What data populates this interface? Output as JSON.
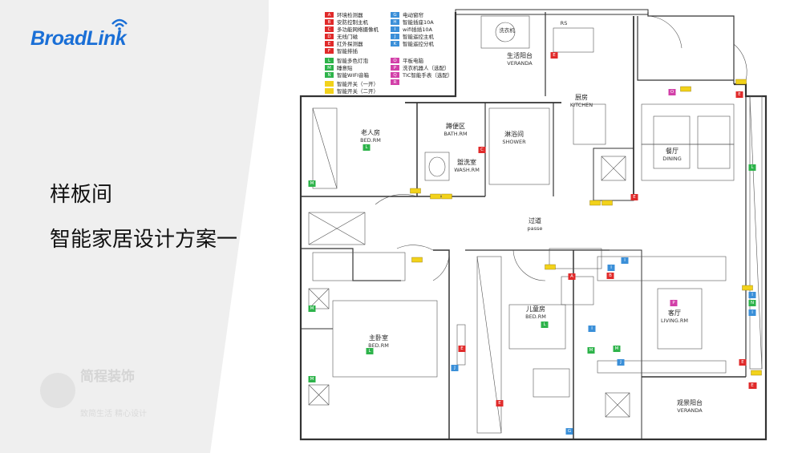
{
  "brand": {
    "name": "BroadLink",
    "color": "#1a6fd6"
  },
  "slide": {
    "title": "样板间",
    "subtitle": "智能家居设计方案一"
  },
  "watermark": {
    "text": "简程装饰",
    "subtext": "致简生活 精心设计"
  },
  "legend": [
    {
      "code": "A",
      "label": "环境检测器",
      "color": "#e02a2a"
    },
    {
      "code": "B",
      "label": "安防控制主机",
      "color": "#e02a2a"
    },
    {
      "code": "C",
      "label": "多功能网络摄像机",
      "color": "#e02a2a"
    },
    {
      "code": "D",
      "label": "无线门磁",
      "color": "#e02a2a"
    },
    {
      "code": "E",
      "label": "红外探测器",
      "color": "#e02a2a"
    },
    {
      "code": "F",
      "label": "智能排插",
      "color": "#e02a2a"
    },
    {
      "code": "G",
      "label": "电动窗帘",
      "color": "#3a8fd8"
    },
    {
      "code": "H",
      "label": "智能插座10A",
      "color": "#3a8fd8"
    },
    {
      "code": "I",
      "label": "wifi插插10A",
      "color": "#3a8fd8"
    },
    {
      "code": "J",
      "label": "智能遥控主机",
      "color": "#3a8fd8"
    },
    {
      "code": "K",
      "label": "智能遥控分机",
      "color": "#3a8fd8"
    },
    {
      "code": "L",
      "label": "智能多色灯泡",
      "color": "#2db34a"
    },
    {
      "code": "M",
      "label": "睡意贴",
      "color": "#2db34a"
    },
    {
      "code": "N",
      "label": "智能WIFI音箱",
      "color": "#2db34a"
    },
    {
      "code": "O",
      "label": "平板电脑",
      "color": "#d23fa8"
    },
    {
      "code": "P",
      "label": "洗衣机器人（选配）",
      "color": "#d23fa8"
    },
    {
      "code": "Q",
      "label": "TIC智能手表（选配）",
      "color": "#d23fa8"
    },
    {
      "code": "R",
      "label": "",
      "color": "#d23fa8"
    },
    {
      "code": "",
      "label": "智能开关（一开）",
      "color": "#f2d21b"
    },
    {
      "code": "",
      "label": "智能开关（二开）",
      "color": "#f2d21b"
    }
  ],
  "rooms": [
    {
      "cn": "生活阳台",
      "en": "VERANDA"
    },
    {
      "cn": "厨房",
      "en": "KITCHEN"
    },
    {
      "cn": "老人房",
      "en": "BED.RM"
    },
    {
      "cn": "蹲便区",
      "en": "BATH.RM"
    },
    {
      "cn": "淋浴间",
      "en": "SHOWER"
    },
    {
      "cn": "盥洗室",
      "en": "WASH.RM"
    },
    {
      "cn": "餐厅",
      "en": "DINING"
    },
    {
      "cn": "过道",
      "en": "passe"
    },
    {
      "cn": "儿童房",
      "en": "BED.RM"
    },
    {
      "cn": "主卧室",
      "en": "BED.RM"
    },
    {
      "cn": "客厅",
      "en": "LIVING.RM"
    },
    {
      "cn": "观景阳台",
      "en": "VERANDA"
    }
  ],
  "fixtures": {
    "washer": "洗衣机",
    "rs": "RS"
  },
  "markers": [
    {
      "code": "L",
      "color": "#2db34a"
    },
    {
      "code": "M",
      "color": "#2db34a"
    },
    {
      "code": "M",
      "color": "#2db34a"
    },
    {
      "code": "M",
      "color": "#2db34a"
    },
    {
      "code": "M",
      "color": "#2db34a"
    },
    {
      "code": "L",
      "color": "#2db34a"
    },
    {
      "code": "L",
      "color": "#2db34a"
    },
    {
      "code": "N",
      "color": "#2db34a"
    },
    {
      "code": "L",
      "color": "#2db34a"
    },
    {
      "code": "M",
      "color": "#2db34a"
    },
    {
      "code": "I",
      "color": "#3a8fd8"
    },
    {
      "code": "I",
      "color": "#3a8fd8"
    },
    {
      "code": "J",
      "color": "#3a8fd8"
    },
    {
      "code": "I",
      "color": "#3a8fd8"
    },
    {
      "code": "I",
      "color": "#3a8fd8"
    },
    {
      "code": "J",
      "color": "#3a8fd8"
    },
    {
      "code": "I",
      "color": "#3a8fd8"
    },
    {
      "code": "G",
      "color": "#3a8fd8"
    },
    {
      "code": "C",
      "color": "#e02a2a"
    },
    {
      "code": "E",
      "color": "#e02a2a"
    },
    {
      "code": "E",
      "color": "#e02a2a"
    },
    {
      "code": "E",
      "color": "#e02a2a"
    },
    {
      "code": "E",
      "color": "#e02a2a"
    },
    {
      "code": "A",
      "color": "#e02a2a"
    },
    {
      "code": "B",
      "color": "#e02a2a"
    },
    {
      "code": "E",
      "color": "#e02a2a"
    },
    {
      "code": "C",
      "color": "#e02a2a"
    },
    {
      "code": "D",
      "color": "#e02a2a"
    },
    {
      "code": "E",
      "color": "#e02a2a"
    },
    {
      "code": "E",
      "color": "#e02a2a"
    },
    {
      "code": "O",
      "color": "#d23fa8"
    },
    {
      "code": "P",
      "color": "#d23fa8"
    },
    {
      "code": "",
      "color": "#f2d21b"
    },
    {
      "code": "",
      "color": "#f2d21b"
    },
    {
      "code": "",
      "color": "#f2d21b"
    },
    {
      "code": "",
      "color": "#f2d21b"
    },
    {
      "code": "",
      "color": "#f2d21b"
    },
    {
      "code": "",
      "color": "#f2d21b"
    },
    {
      "code": "",
      "color": "#f2d21b"
    },
    {
      "code": "",
      "color": "#f2d21b"
    },
    {
      "code": "",
      "color": "#f2d21b"
    },
    {
      "code": "",
      "color": "#f2d21b"
    },
    {
      "code": "",
      "color": "#f2d21b"
    }
  ]
}
